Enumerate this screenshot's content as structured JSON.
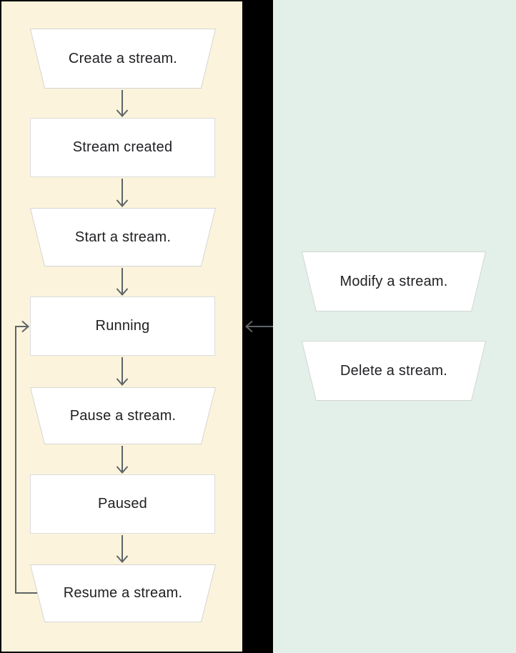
{
  "diagram": {
    "name": "Stream lifecycle flowchart",
    "left_panel": {
      "nodes": [
        {
          "label": "Create a stream.",
          "type": "trapezoid",
          "role": "action"
        },
        {
          "label": "Stream created",
          "type": "rectangle",
          "role": "state"
        },
        {
          "label": "Start a stream.",
          "type": "trapezoid",
          "role": "action"
        },
        {
          "label": "Running",
          "type": "rectangle",
          "role": "state"
        },
        {
          "label": "Pause a stream.",
          "type": "trapezoid",
          "role": "action"
        },
        {
          "label": "Paused",
          "type": "rectangle",
          "role": "state"
        },
        {
          "label": "Resume a stream.",
          "type": "trapezoid",
          "role": "action"
        }
      ]
    },
    "right_panel": {
      "nodes": [
        {
          "label": "Modify a stream.",
          "type": "trapezoid",
          "role": "action"
        },
        {
          "label": "Delete a stream.",
          "type": "trapezoid",
          "role": "action"
        }
      ]
    },
    "edges": [
      {
        "from": "Create a stream.",
        "to": "Stream created",
        "style": "arrow-down"
      },
      {
        "from": "Stream created",
        "to": "Start a stream.",
        "style": "arrow-down"
      },
      {
        "from": "Start a stream.",
        "to": "Running",
        "style": "arrow-down"
      },
      {
        "from": "Running",
        "to": "Pause a stream.",
        "style": "arrow-down"
      },
      {
        "from": "Pause a stream.",
        "to": "Paused",
        "style": "arrow-down"
      },
      {
        "from": "Paused",
        "to": "Resume a stream.",
        "style": "arrow-down"
      },
      {
        "from": "Resume a stream.",
        "to": "Running",
        "style": "loop-back-left"
      },
      {
        "from": "right-panel",
        "to": "Running",
        "style": "arrow-left"
      }
    ]
  },
  "colors": {
    "background": "#000000",
    "left_panel": "#fbf3db",
    "right_panel": "#e2f0e9",
    "shape_fill": "#ffffff",
    "shape_border": "#d4d6d4",
    "arrow": "#5f6368",
    "text": "#202124"
  }
}
